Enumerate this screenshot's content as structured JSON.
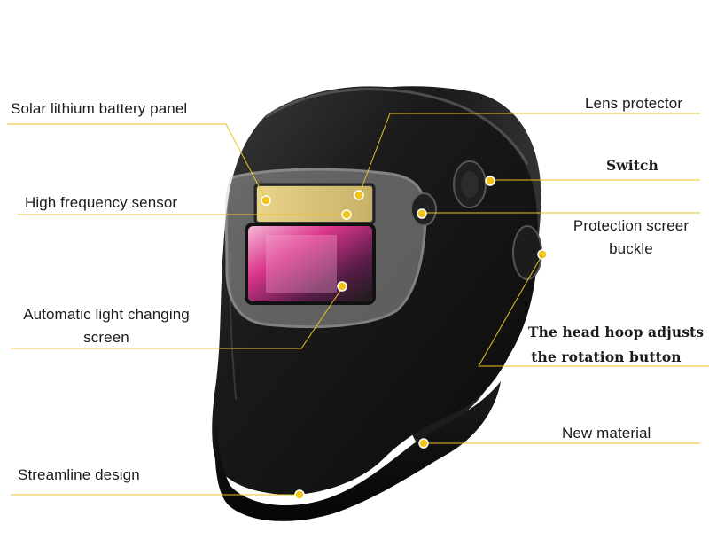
{
  "colors": {
    "background": "#ffffff",
    "leader_line": "#e8c321",
    "dot": "#f2c31a",
    "helmet_shell": "#151515",
    "helmet_highlight": "#4a4a4a",
    "lens_pink": "#d9358a"
  },
  "callouts": {
    "left": [
      {
        "id": "solar",
        "text": [
          "Solar lithium battery panel"
        ]
      },
      {
        "id": "sensor",
        "text": [
          "High frequency sensor"
        ]
      },
      {
        "id": "auto",
        "text": [
          "Automatic light changing",
          "screen"
        ]
      },
      {
        "id": "streamline",
        "text": [
          "Streamline design"
        ]
      }
    ],
    "right": [
      {
        "id": "lens",
        "text": [
          "Lens protector"
        ]
      },
      {
        "id": "switch",
        "text": [
          "Switch"
        ]
      },
      {
        "id": "buckle",
        "text": [
          "Protection screer",
          "buckle"
        ]
      },
      {
        "id": "headhoop",
        "text": [
          "The head hoop adjusts",
          "the rotation button"
        ]
      },
      {
        "id": "material",
        "text": [
          "New material"
        ]
      }
    ]
  }
}
